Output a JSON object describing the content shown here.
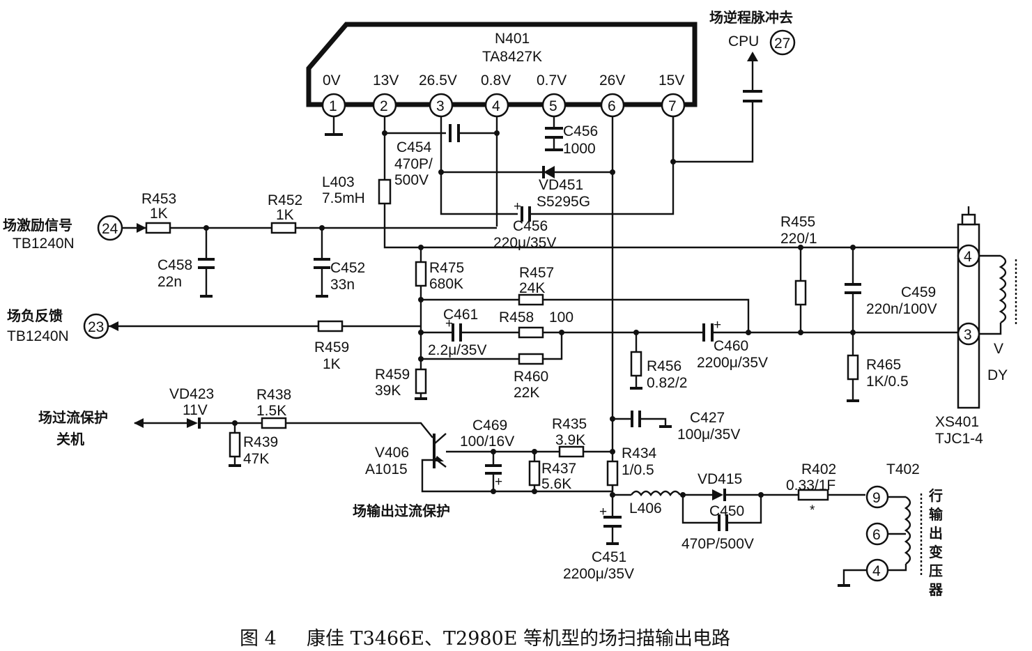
{
  "ic": {
    "name": "N401",
    "model": "TA8427K",
    "pins": [
      {
        "num": "1",
        "voltage": "0V"
      },
      {
        "num": "2",
        "voltage": "13V"
      },
      {
        "num": "3",
        "voltage": "26.5V"
      },
      {
        "num": "4",
        "voltage": "0.8V"
      },
      {
        "num": "5",
        "voltage": "0.7V"
      },
      {
        "num": "6",
        "voltage": "26V"
      },
      {
        "num": "7",
        "voltage": "15V"
      }
    ]
  },
  "connectors": {
    "cpu_label": "场逆程脉冲去",
    "cpu_text": "CPU",
    "cpu_pin": "27",
    "drive_label": "场激励信号",
    "drive_ic": "TB1240N",
    "drive_pin": "24",
    "feedback_label": "场负反馈",
    "feedback_ic": "TB1240N",
    "feedback_pin": "23",
    "protect_label_1": "场过流保护",
    "protect_label_2": "关机",
    "overcurrent_label": "场输出过流保护",
    "dy_pin_top": "4",
    "dy_pin_bottom": "3",
    "dy_v": "V",
    "dy_name": "DY",
    "xs_name": "XS401",
    "xs_model": "TJC1-4",
    "t402_name": "T402",
    "t402_pins": [
      "9",
      "6",
      "4"
    ],
    "t402_desc": [
      "行",
      "输",
      "出",
      "变",
      "压",
      "器"
    ]
  },
  "components": {
    "c454": {
      "name": "C454",
      "value1": "470P/",
      "value2": "500V"
    },
    "c456a": {
      "name": "C456",
      "value": "1000"
    },
    "l403": {
      "name": "L403",
      "value": "7.5mH"
    },
    "vd451": {
      "name": "VD451",
      "value": "S5295G"
    },
    "c456b": {
      "name": "C456",
      "value": "220μ/35V"
    },
    "r453": {
      "name": "R453",
      "value": "1K"
    },
    "r452": {
      "name": "R452",
      "value": "1K"
    },
    "c458": {
      "name": "C458",
      "value": "22n"
    },
    "c452": {
      "name": "C452",
      "value": "33n"
    },
    "r475": {
      "name": "R475",
      "value": "680K"
    },
    "r457": {
      "name": "R457",
      "value": "24K"
    },
    "c461": {
      "name": "C461",
      "value": "2.2μ/35V"
    },
    "r458": {
      "name": "R458",
      "value": "100"
    },
    "r459a": {
      "name": "R459",
      "value": "1K"
    },
    "r459b": {
      "name": "R459",
      "value": "39K"
    },
    "r460": {
      "name": "R460",
      "value": "22K"
    },
    "r456": {
      "name": "R456",
      "value": "0.82/2"
    },
    "c460": {
      "name": "C460",
      "value": "2200μ/35V"
    },
    "r455": {
      "name": "R455",
      "value": "220/1"
    },
    "c459": {
      "name": "C459",
      "value": "220n/100V"
    },
    "r465": {
      "name": "R465",
      "value": "1K/0.5"
    },
    "vd423": {
      "name": "VD423",
      "value": "11V"
    },
    "r438": {
      "name": "R438",
      "value": "1.5K"
    },
    "r439": {
      "name": "R439",
      "value": "47K"
    },
    "v406": {
      "name": "V406",
      "value": "A1015"
    },
    "c469": {
      "name": "C469",
      "value": "100/16V"
    },
    "r435": {
      "name": "R435",
      "value": "3.9K"
    },
    "r437": {
      "name": "R437",
      "value": "5.6K"
    },
    "c427": {
      "name": "C427",
      "value": "100μ/35V"
    },
    "r434": {
      "name": "R434",
      "value": "1/0.5"
    },
    "l406": {
      "name": "L406"
    },
    "vd415": {
      "name": "VD415"
    },
    "c450": {
      "name": "C450",
      "value": "470P/500V"
    },
    "r402": {
      "name": "R402",
      "value": "0.33/1F"
    },
    "c451": {
      "name": "C451",
      "value": "2200μ/35V"
    }
  },
  "caption": {
    "fig": "图 4",
    "text": "康佳 T3466E、T2980E 等机型的场扫描输出电路"
  }
}
